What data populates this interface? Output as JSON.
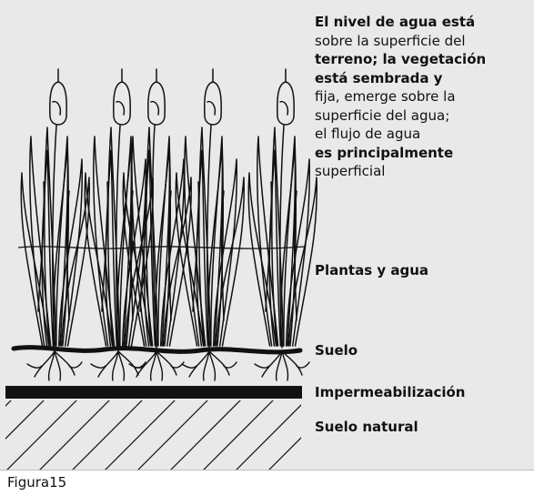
{
  "description_lines": [
    {
      "text": "El nivel de agua está",
      "bold": true
    },
    {
      "text": "sobre la superficie del",
      "bold": false
    },
    {
      "text": "terreno; la vegetación",
      "bold": true
    },
    {
      "text": "está sembrada y",
      "bold": true
    },
    {
      "text": "fija, emerge sobre la",
      "bold": false
    },
    {
      "text": "superficie del agua;",
      "bold": false
    },
    {
      "text": "el flujo de agua",
      "bold": false
    },
    {
      "text": "es principalmente",
      "bold": true
    },
    {
      "text": "superficial",
      "bold": false
    }
  ],
  "labels": {
    "plants_water": "Plantas y agua",
    "soil": "Suelo",
    "waterproofing": "Impermeabilización",
    "natural_soil": "Suelo natural"
  },
  "caption": "Figura15",
  "colors": {
    "background": "#e9e9e9",
    "stroke": "#111111",
    "caption_background": "#ffffff"
  }
}
